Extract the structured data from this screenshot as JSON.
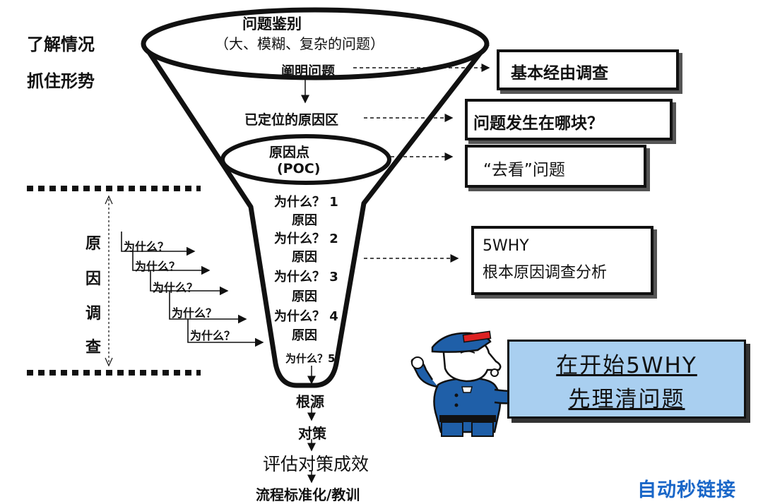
{
  "left_labels": [
    "了解情况",
    "抓住形势"
  ],
  "funnel": {
    "top_title": "问题鉴别",
    "top_subtitle": "（大、模糊、复杂的问题）",
    "clarify": "阐明问题",
    "located_area": "已定位的原因区",
    "poc_line1": "原因点",
    "poc_line2": "(POC)"
  },
  "why_chain": [
    {
      "why": "为什么？ 1",
      "cause": "原因"
    },
    {
      "why": "为什么？ 2",
      "cause": "原因"
    },
    {
      "why": "为什么？ 3",
      "cause": "原因"
    },
    {
      "why": "为什么？ 4",
      "cause": "原因"
    },
    {
      "why": "为什么？5",
      "cause": ""
    }
  ],
  "boxes": {
    "basic_investigation": "基本经由调查",
    "where_happened": "问题发生在哪块？",
    "go_see": "“去看”问题",
    "five_why_line1": "5WHY",
    "five_why_line2": "根本原因调查分析"
  },
  "root_cause_vertical": [
    "原",
    "因",
    "调",
    "查"
  ],
  "staircase": [
    "为什么？",
    "为什么？",
    "为什么？",
    "为什么？",
    "为什么？"
  ],
  "bottom_flow": [
    "根源",
    "对策",
    "评估对策成效",
    "流程标准化/教训"
  ],
  "callout": {
    "line1": "在开始5WHY",
    "line2": "先理清问题",
    "bg_color": "#a9cff0"
  },
  "watermark": "自动秒链接",
  "colors": {
    "watermark": "#1a67c8",
    "ink": "#111111"
  }
}
